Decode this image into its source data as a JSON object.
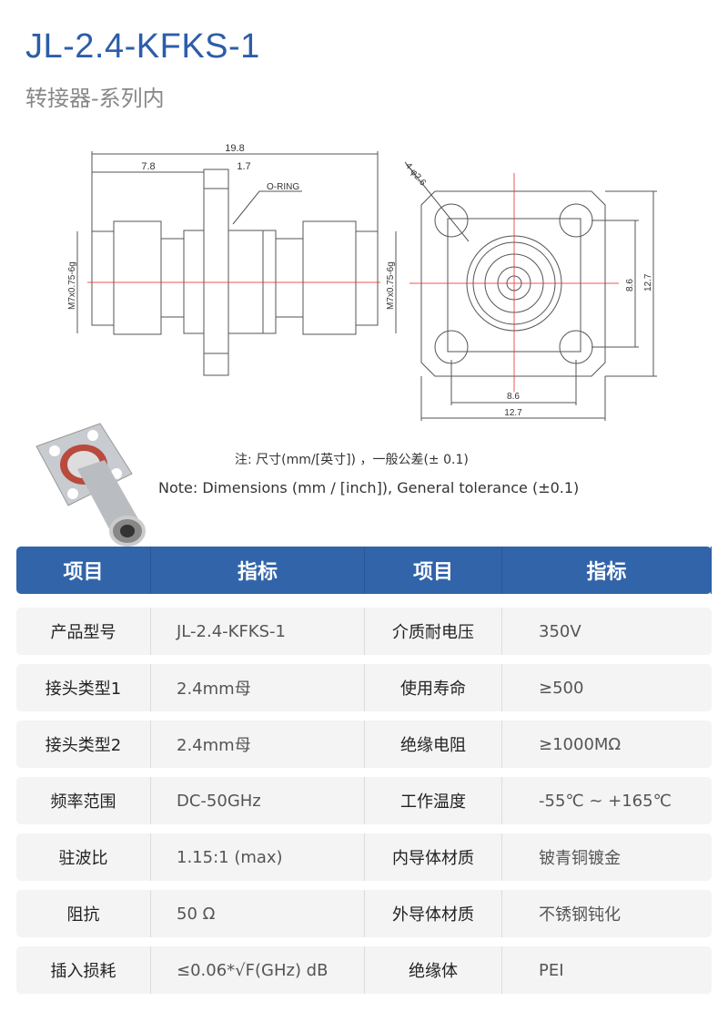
{
  "header": {
    "title": "JL-2.4-KFKS-1",
    "subtitle": "转接器-系列内"
  },
  "drawing": {
    "side": {
      "overall": "19.8",
      "left_len": "7.8",
      "flange": "1.7",
      "oring_label": "O-RING",
      "thread_left": "M7x0.75-6g",
      "thread_right": "M7x0.75-6g"
    },
    "front": {
      "holes": "4-φ2.6",
      "hole_spacing_v": "8.6",
      "size_v": "12.7",
      "hole_spacing_h": "8.6",
      "size_h": "12.7"
    }
  },
  "notes": {
    "cn": "注: 尺寸(mm/[英寸]) ，一般公差(± 0.1)",
    "en": "Note: Dimensions (mm / [inch]), General tolerance (±0.1)"
  },
  "table": {
    "headers": [
      "项目",
      "指标",
      "项目",
      "指标"
    ],
    "rows": [
      [
        "产品型号",
        "JL-2.4-KFKS-1",
        "介质耐电压",
        "350V"
      ],
      [
        "接头类型1",
        "2.4mm母",
        "使用寿命",
        "≥500"
      ],
      [
        "接头类型2",
        "2.4mm母",
        "绝缘电阻",
        "≥1000MΩ"
      ],
      [
        "频率范围",
        "DC-50GHz",
        "工作温度",
        "-55℃ ~ +165℃"
      ],
      [
        "驻波比",
        "1.15:1 (max)",
        "内导体材质",
        "铍青铜镀金"
      ],
      [
        "阻抗",
        "50 Ω",
        "外导体材质",
        "不锈钢钝化"
      ],
      [
        "插入损耗",
        "≤0.06*√F(GHz) dB",
        "绝缘体",
        "PEI"
      ]
    ]
  },
  "colors": {
    "accent": "#2d5da8",
    "header_bg": "#3264a9",
    "row_bg": "#f4f4f4",
    "centerline": "#e53030"
  }
}
